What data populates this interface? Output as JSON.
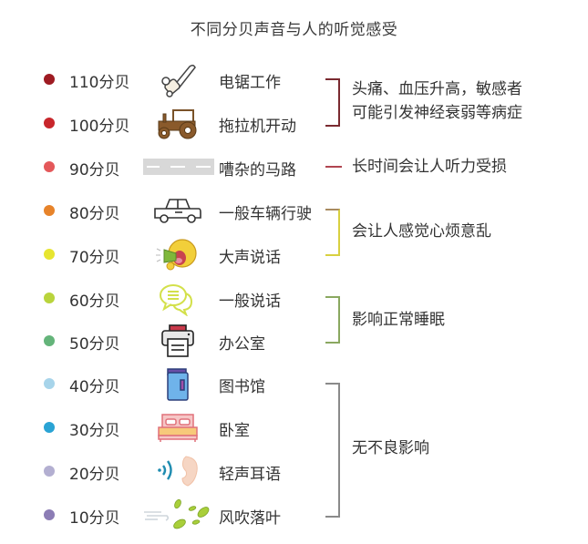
{
  "title": "不同分贝声音与人的听觉感受",
  "rows": [
    {
      "db": "110分贝",
      "source": "电锯工作",
      "icon": "chainsaw-icon",
      "dot_color": "#9e1b22"
    },
    {
      "db": "100分贝",
      "source": "拖拉机开动",
      "icon": "tractor-icon",
      "dot_color": "#c8262b"
    },
    {
      "db": "90分贝",
      "source": "嘈杂的马路",
      "icon": "road-icon",
      "dot_color": "#e4585a"
    },
    {
      "db": "80分贝",
      "source": "一般车辆行驶",
      "icon": "car-icon",
      "dot_color": "#e7832a"
    },
    {
      "db": "70分贝",
      "source": "大声说话",
      "icon": "shouting-face-icon",
      "dot_color": "#e7e530"
    },
    {
      "db": "60分贝",
      "source": "一般说话",
      "icon": "chat-bubble-icon",
      "dot_color": "#b9d43c"
    },
    {
      "db": "50分贝",
      "source": "办公室",
      "icon": "printer-icon",
      "dot_color": "#64b47a"
    },
    {
      "db": "40分贝",
      "source": "图书馆",
      "icon": "book-icon",
      "dot_color": "#a7d4ea"
    },
    {
      "db": "30分贝",
      "source": "卧室",
      "icon": "bed-icon",
      "dot_color": "#2aa3d4"
    },
    {
      "db": "20分贝",
      "source": "轻声耳语",
      "icon": "whisper-ear-icon",
      "dot_color": "#b3afd1"
    },
    {
      "db": "10分贝",
      "source": "风吹落叶",
      "icon": "wind-leaves-icon",
      "dot_color": "#8c7db5"
    }
  ],
  "effects": [
    {
      "text_line1": "头痛、血压升高，敏感者",
      "text_line2": "可能引发神经衰弱等病症",
      "range": "110-100分贝",
      "color": "#7a2a30"
    },
    {
      "text": "长时间会让人听力受损",
      "range": "90分贝",
      "color": "#b04550"
    },
    {
      "text": "会让人感觉心烦意乱",
      "range": "80-70分贝",
      "color": "#d8d040"
    },
    {
      "text": "影响正常睡眠",
      "range": "60-50分贝",
      "color": "#8aa860"
    },
    {
      "text": "无不良影响",
      "range": "40-10分贝",
      "color": "#8a8a8a"
    }
  ]
}
